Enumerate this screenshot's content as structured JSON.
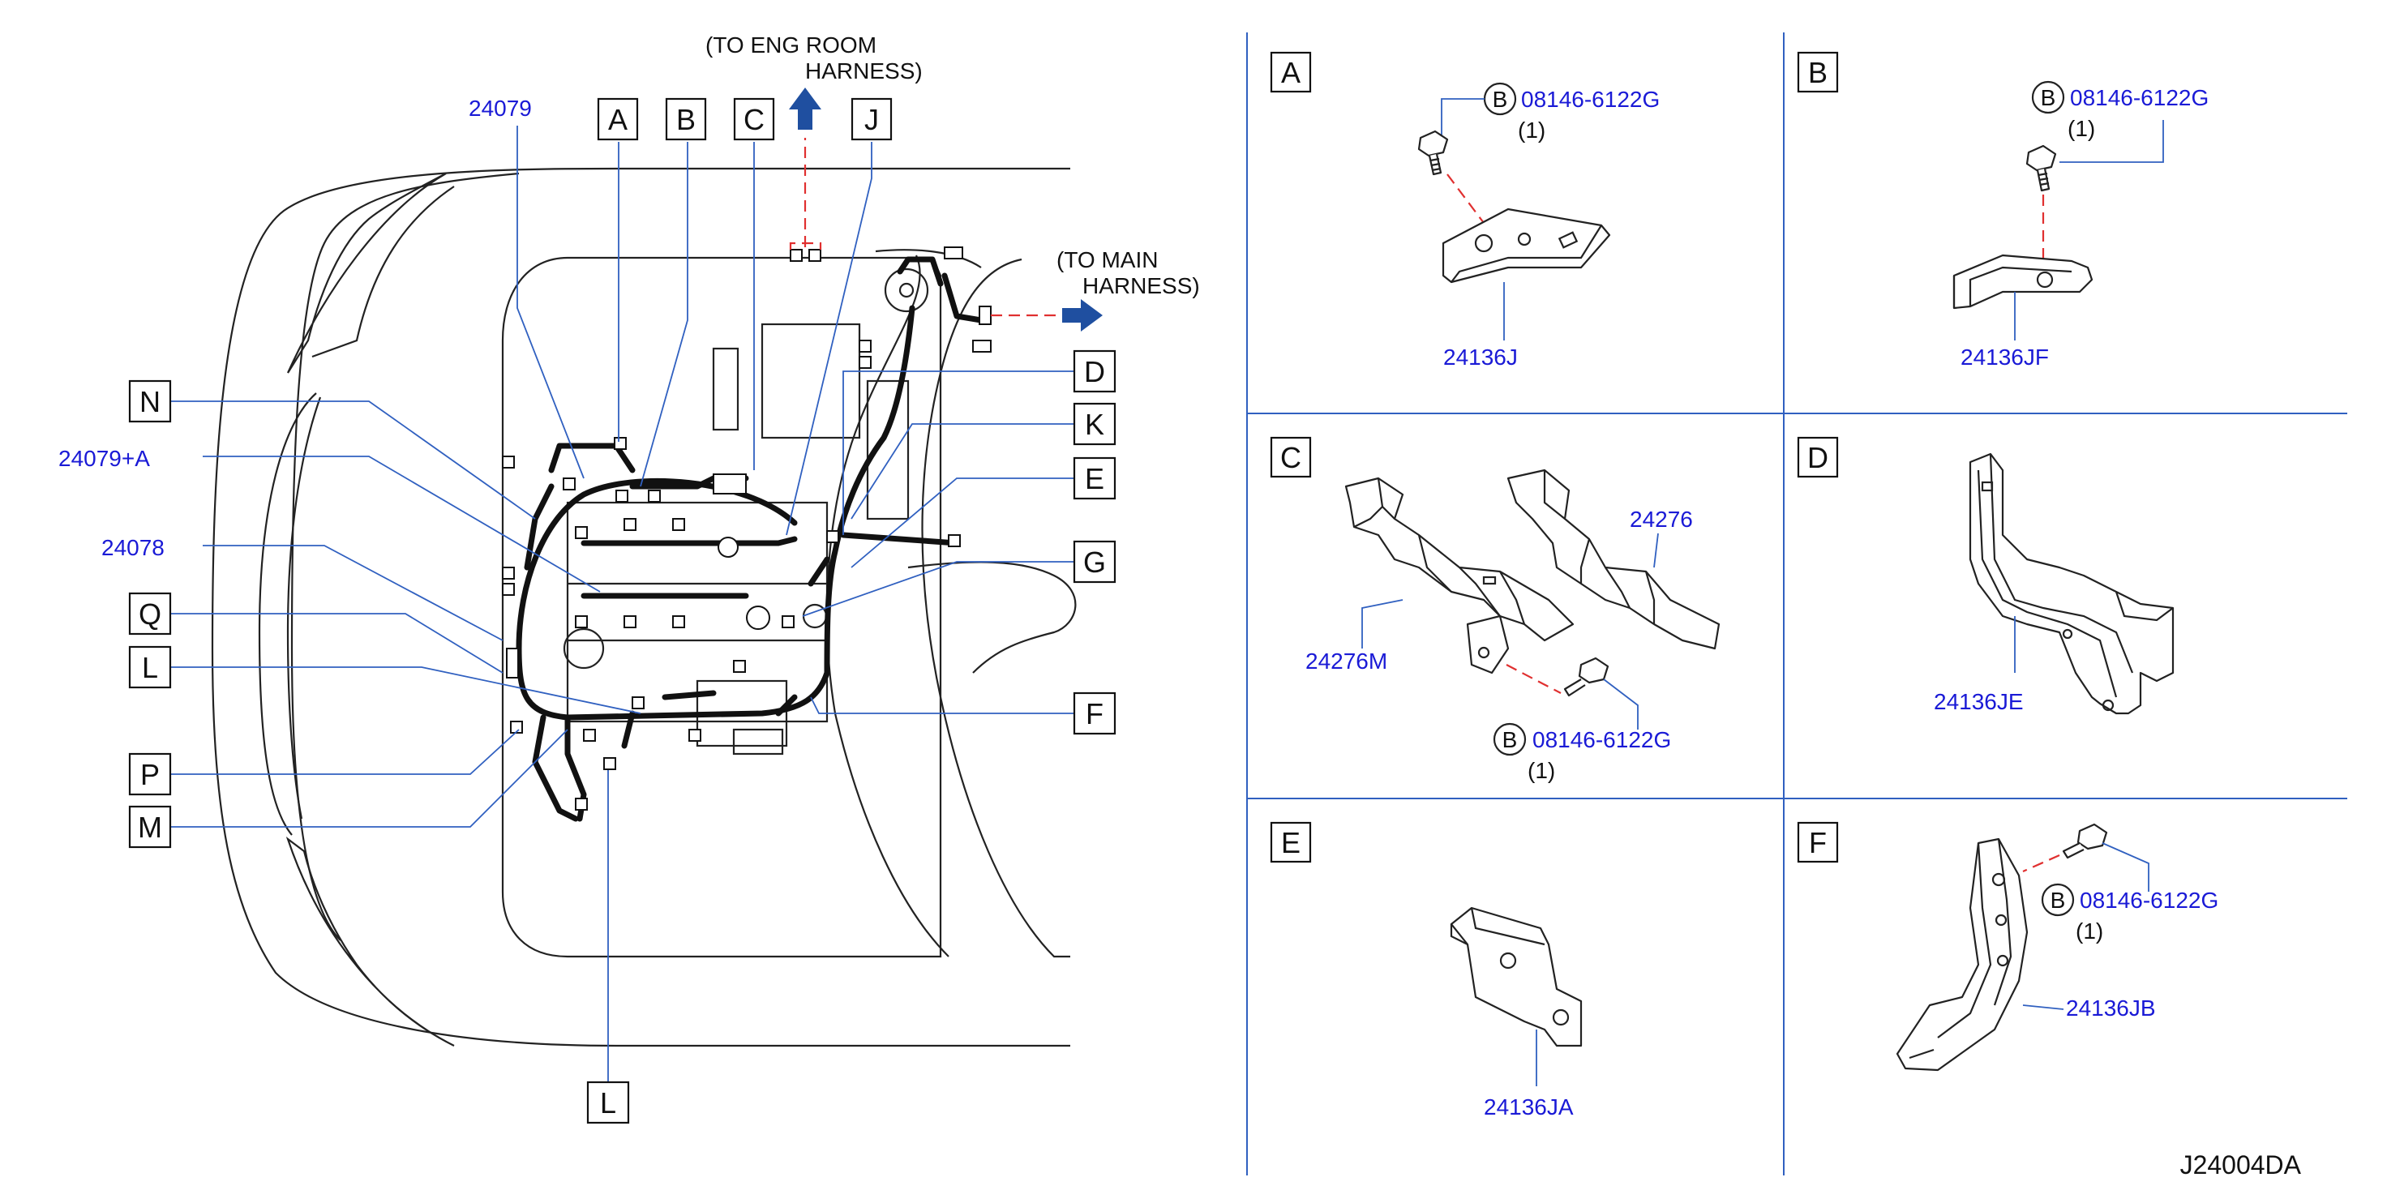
{
  "main": {
    "eng_room_note": [
      "(TO   ENG   ROOM",
      "HARNESS)"
    ],
    "main_note": [
      "(TO   MAIN",
      "HARNESS)"
    ],
    "part_24079": "24079",
    "part_24079a": "24079+A",
    "part_24078": "24078",
    "callouts": [
      "A",
      "B",
      "C",
      "J",
      "N",
      "Q",
      "L",
      "P",
      "M",
      "D",
      "K",
      "E",
      "G",
      "F",
      "L"
    ]
  },
  "details": {
    "A": {
      "letter": "A",
      "bolt_ref": "B",
      "bolt_part": "08146-6122G",
      "qty": "(1)",
      "part": "24136J"
    },
    "B": {
      "letter": "B",
      "bolt_ref": "B",
      "bolt_part": "08146-6122G",
      "qty": "(1)",
      "part": "24136JF"
    },
    "C": {
      "letter": "C",
      "part_1": "24276",
      "part_2": "24276M",
      "bolt_ref": "B",
      "bolt_part": "08146-6122G",
      "qty": "(1)"
    },
    "D": {
      "letter": "D",
      "part": "24136JE"
    },
    "E": {
      "letter": "E",
      "part": "24136JA"
    },
    "F": {
      "letter": "F",
      "bolt_ref": "B",
      "bolt_part": "08146-6122G",
      "qty": "(1)",
      "part": "24136JB"
    }
  },
  "diagram_code": "J24004DA",
  "colors": {
    "label_blue": "#1a1ad6",
    "leader_blue": "#3060c0",
    "dash_red": "#e03030",
    "arrow_blue": "#1f4fa0"
  }
}
